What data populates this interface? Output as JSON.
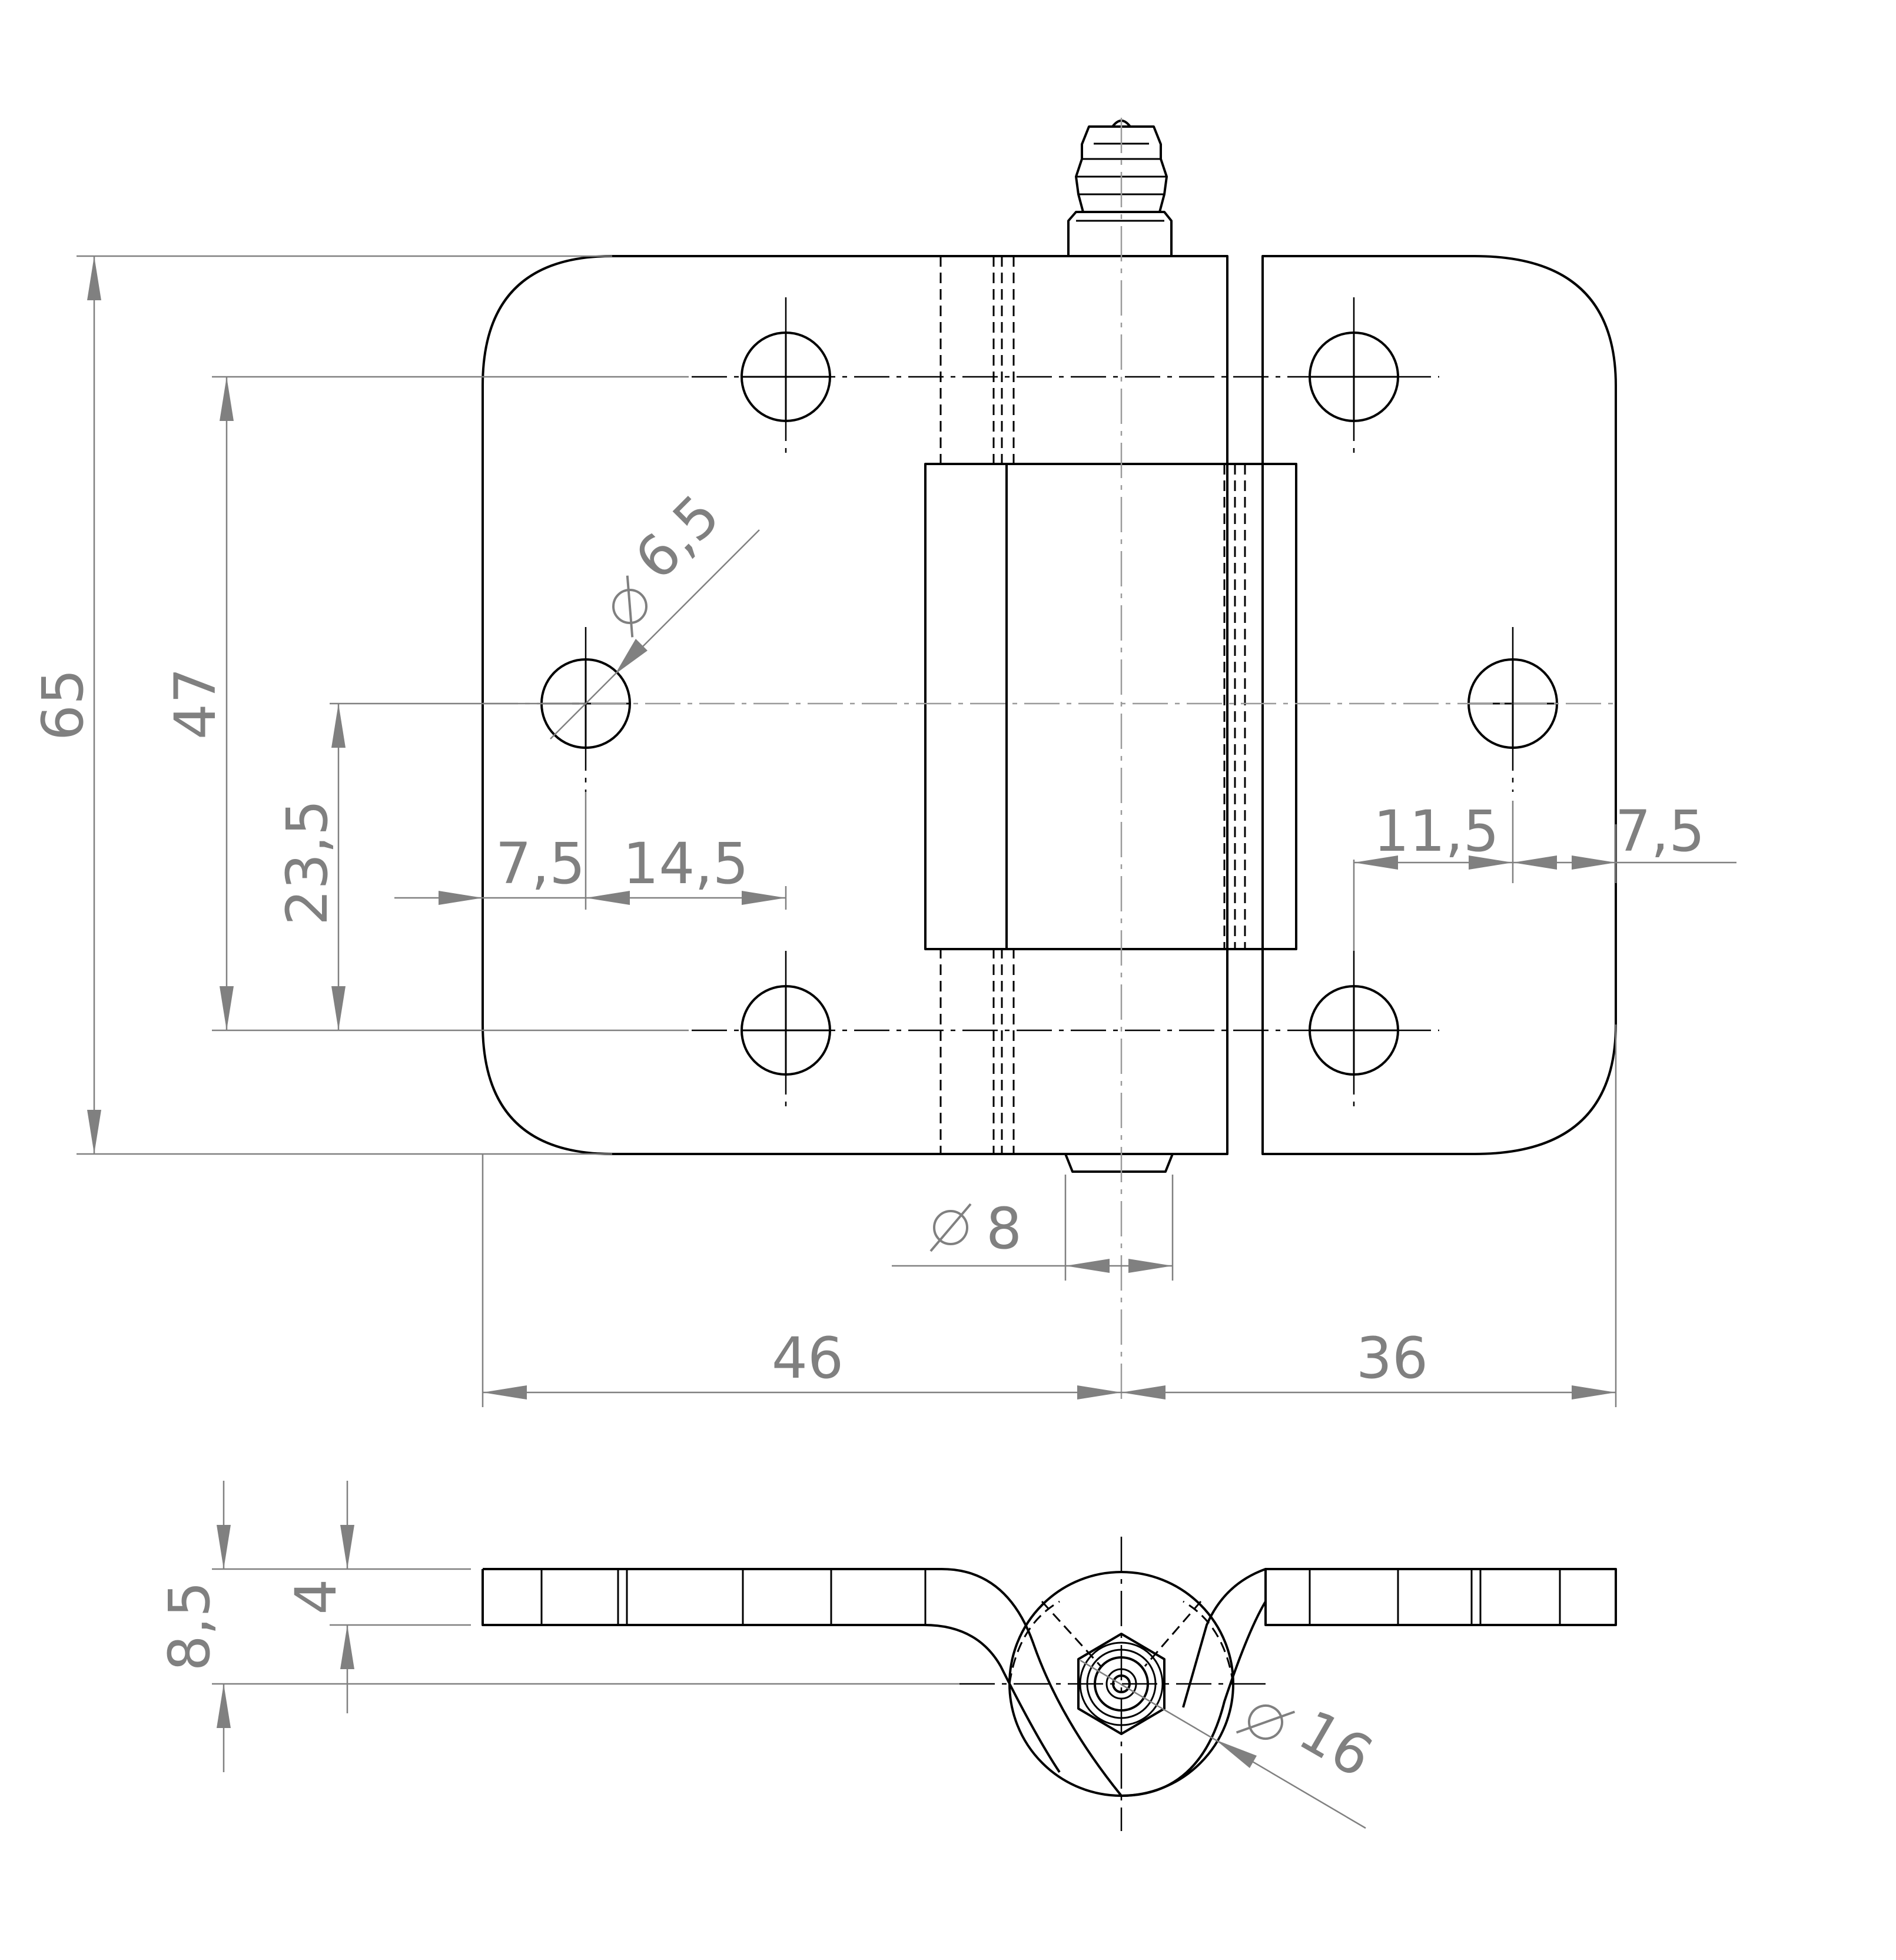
{
  "drawing": {
    "part": "lift-off hinge with grease nipple",
    "views": [
      "front view",
      "bottom section view"
    ],
    "line_colors": {
      "outline": "#000000",
      "dimension": "#808080"
    },
    "icons": {
      "diameter": "diameter-symbol-icon"
    }
  },
  "dimensions": {
    "height_total": "65",
    "hole_pitch_vertical": "47",
    "hole_to_center": "23,5",
    "left_edge_offset": "7,5",
    "left_hole_spacing": "14,5",
    "right_hole_spacing": "11,5",
    "right_edge_offset": "7,5",
    "hole_diameter": "6,5",
    "pin_diameter": "8",
    "left_leaf_width": "46",
    "right_leaf_width": "36",
    "total_thickness": "8,5",
    "leaf_thickness": "4",
    "knuckle_diameter": "16"
  }
}
